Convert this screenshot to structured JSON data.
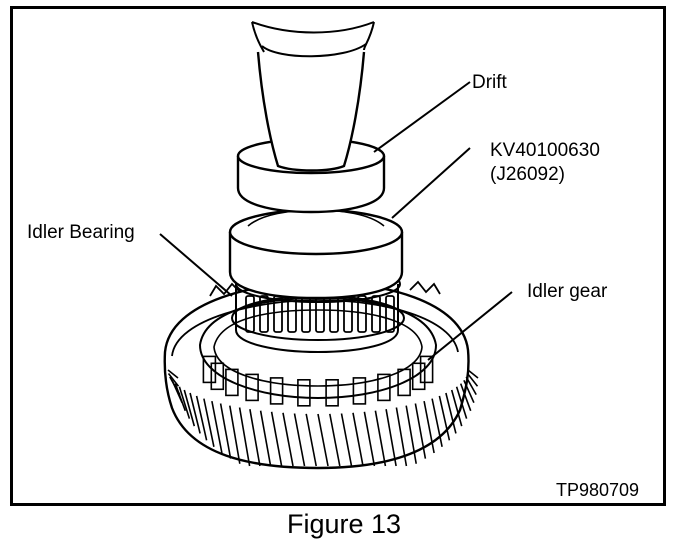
{
  "labels": {
    "drift": "Drift",
    "tool_number": "KV40100630",
    "tool_alt_number": "(J26092)",
    "idler_bearing": "Idler Bearing",
    "idler_gear": "Idler gear"
  },
  "figure_code": "TP980709",
  "caption": "Figure 13"
}
